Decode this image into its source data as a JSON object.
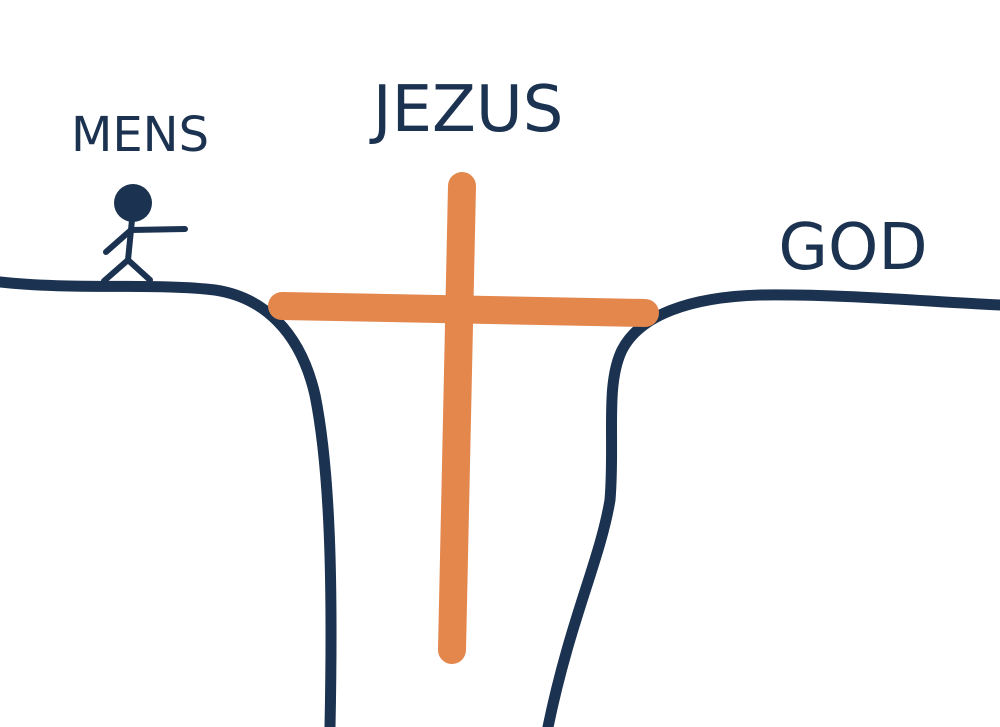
{
  "labels": {
    "human": "MENS",
    "jesus": "JEZUS",
    "god": "GOD"
  },
  "colors": {
    "ink": "#1b3250",
    "cross": "#e3874d",
    "background": "#ffffff"
  },
  "icons": {
    "figure": "stick-figure-icon",
    "cross": "cross-icon"
  }
}
